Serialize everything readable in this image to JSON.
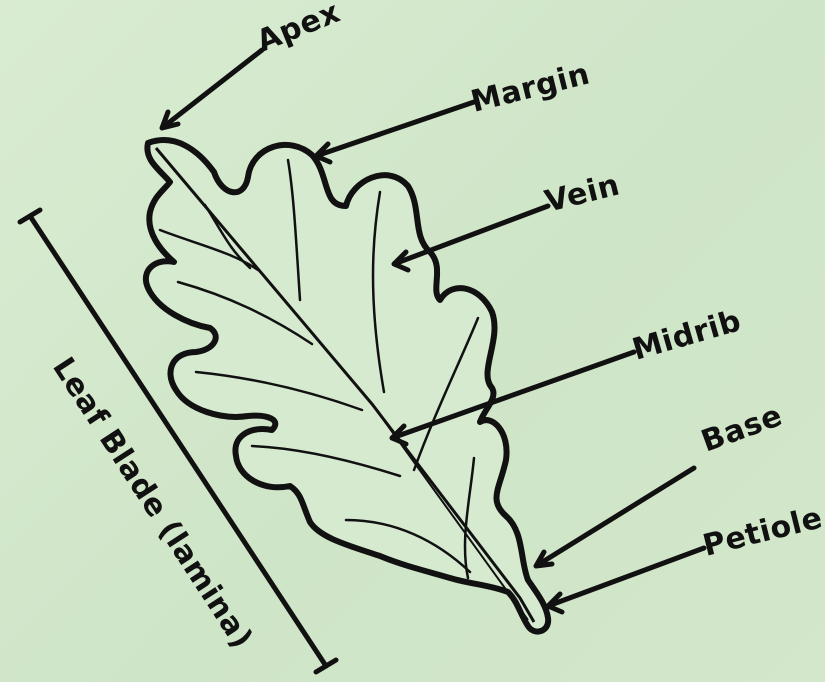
{
  "labels": {
    "apex": "Apex",
    "margin": "Margin",
    "vein": "Vein",
    "midrib": "Midrib",
    "base": "Base",
    "petiole": "Petiole",
    "leaf_blade": "Leaf Blade (lamina)"
  },
  "colors": {
    "background": "#d4e8cc",
    "ink": "#111111",
    "leaf_fill": "#d6ead0"
  }
}
